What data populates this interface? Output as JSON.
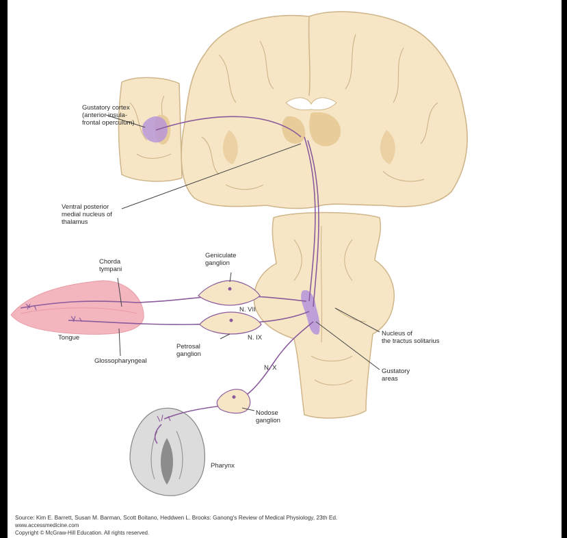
{
  "labels": {
    "gustatory_cortex": [
      "Gustatory cortex",
      "(anterior insula-",
      "frontal operculum)"
    ],
    "vpm_thalamus": [
      "Ventral posterior",
      "medial nucleus of",
      "thalamus"
    ],
    "chorda_tympani": [
      "Chorda",
      "tympani"
    ],
    "geniculate_ganglion": [
      "Geniculate",
      "ganglion"
    ],
    "n_vii": "N. VII",
    "n_ix": "N. IX",
    "n_x": "N. X",
    "tongue": "Tongue",
    "glossopharyngeal": "Glossopharyngeal",
    "petrosal_ganglion": [
      "Petrosal",
      "ganglion"
    ],
    "nucleus_tractus": [
      "Nucleus of",
      "the tractus solitarius"
    ],
    "gustatory_area": [
      "Gustatory",
      "areas"
    ],
    "nodose_ganglion": [
      "Nodose",
      "ganglion"
    ],
    "pharynx": "Pharynx"
  },
  "caption": {
    "source": "Source: Kim E. Barrett, Susan M. Barman, Scott Boitano, Heddwen L. Brooks: Ganong's Review of Medical Physiology, 23th Ed.",
    "url": "www.accessmedicine.com",
    "copyright": "Copyright © McGraw-Hill Education. All rights reserved."
  },
  "colors": {
    "tissue": "#f6e6c6",
    "tissue_stroke": "#cfb58a",
    "deep_nuclei": "#e8cc9a",
    "pathway": "#8a5a9c",
    "highlight": "#b897d8",
    "tongue": "#f3b6bf",
    "pharynx": "#dcdcdc"
  }
}
